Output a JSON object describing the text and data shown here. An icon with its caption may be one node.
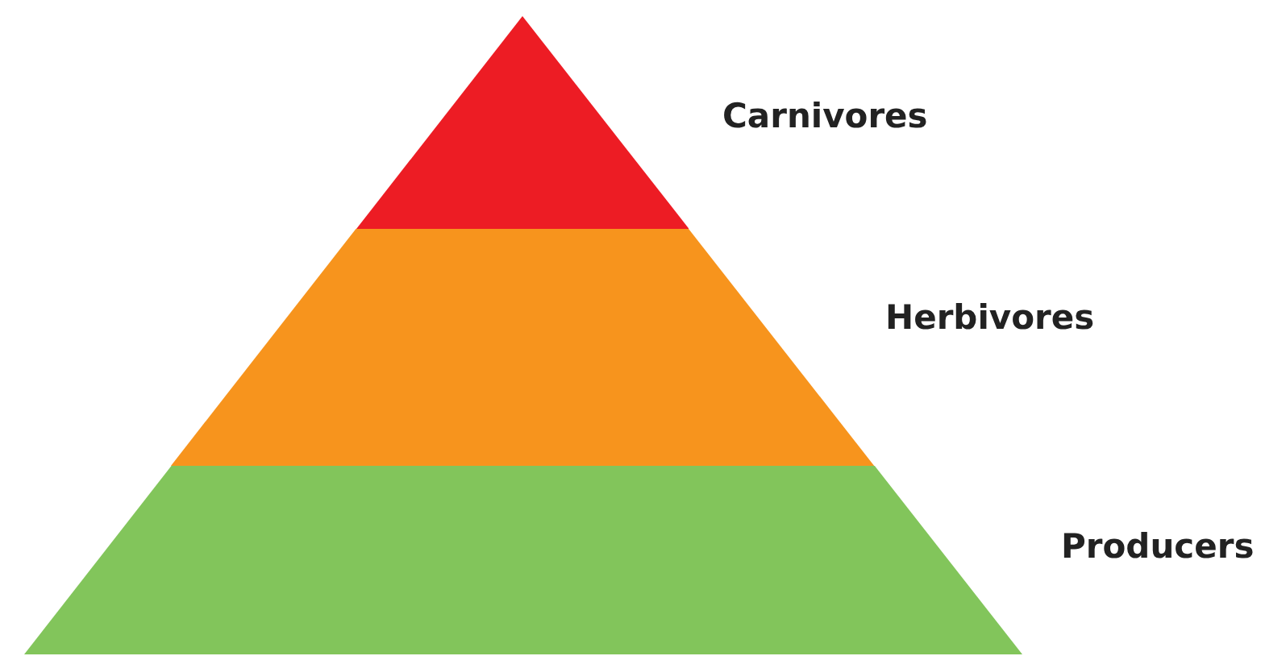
{
  "diagram": {
    "nodes": [
      {
        "text": [],
        "shape": "triangle",
        "beside": [
          "Carnivores"
        ]
      },
      {
        "text": [],
        "shape": "trapezoid",
        "beside": [
          "Herbivores"
        ]
      },
      {
        "text": [],
        "shape": "trapezoid",
        "beside": [
          "Producers"
        ]
      }
    ],
    "edges": []
  }
}
